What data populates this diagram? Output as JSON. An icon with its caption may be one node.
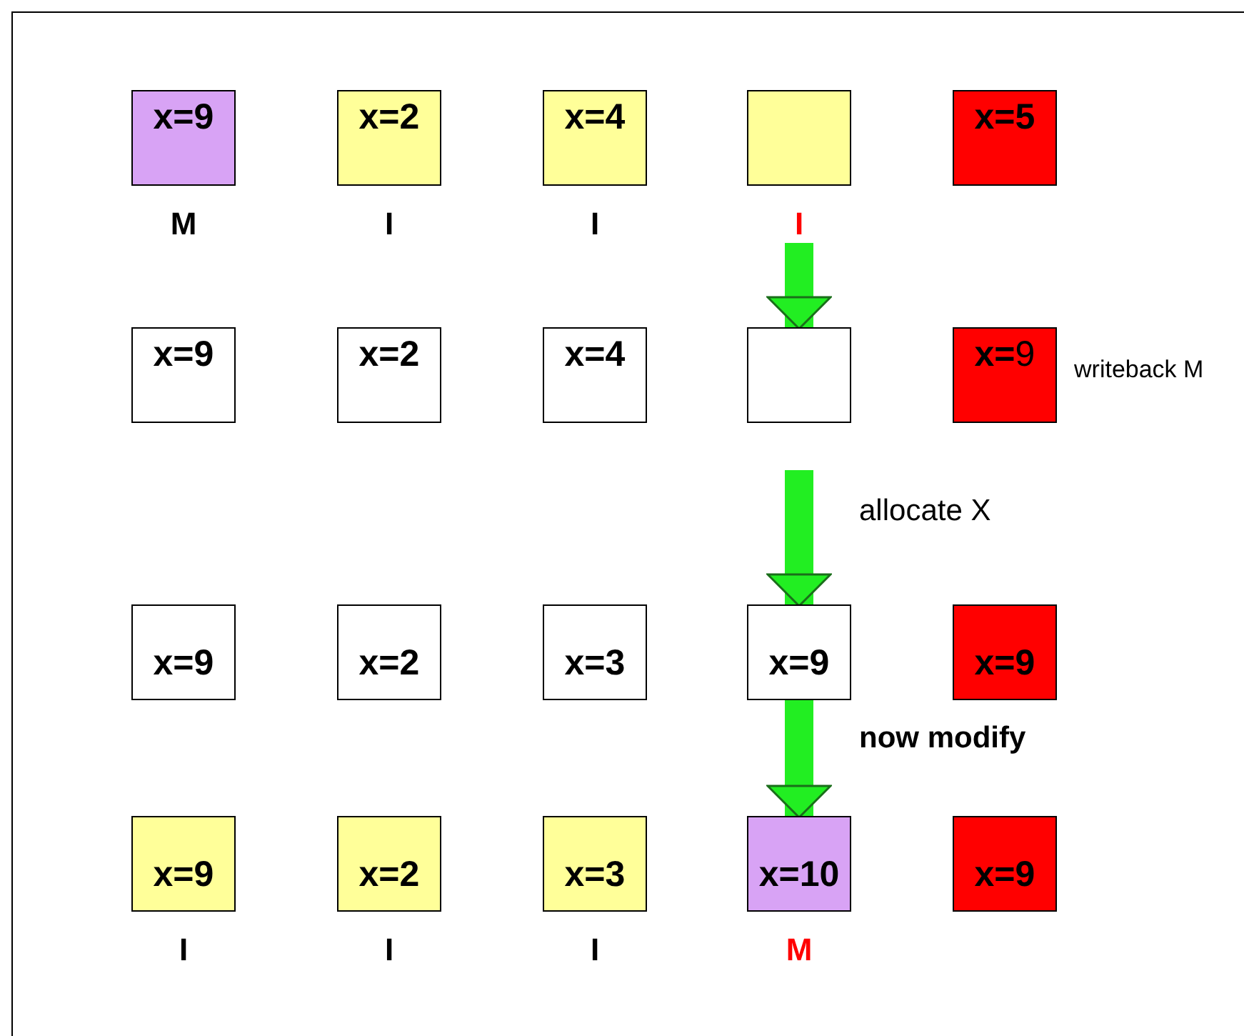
{
  "diagram": {
    "nodes": [
      {
        "text": [
          "x=9"
        ],
        "beside": [
          "M"
        ]
      },
      {
        "text": [
          "x=2"
        ],
        "beside": [
          "I"
        ]
      },
      {
        "text": [
          "x=4"
        ],
        "beside": [
          "I"
        ]
      },
      {
        "text": [],
        "shape": "box",
        "beside": [
          "I"
        ]
      },
      {
        "text": [
          "x=5"
        ]
      },
      {
        "text": [
          "x=9"
        ]
      },
      {
        "text": [
          "x=2"
        ]
      },
      {
        "text": [
          "x=4"
        ]
      },
      {
        "text": [],
        "shape": "box"
      },
      {
        "text": [
          "**x=**9"
        ],
        "beside": [
          "writeback M"
        ]
      },
      {
        "text": [
          "x=9"
        ]
      },
      {
        "text": [
          "x=2"
        ]
      },
      {
        "text": [
          "x=3"
        ]
      },
      {
        "text": [
          "x=9"
        ]
      },
      {
        "text": [
          "x=9"
        ]
      },
      {
        "text": [
          "x=9"
        ],
        "beside": [
          "I"
        ]
      },
      {
        "text": [
          "x=2"
        ],
        "beside": [
          "I"
        ]
      },
      {
        "text": [
          "x=3"
        ],
        "beside": [
          "I"
        ]
      },
      {
        "text": [
          "x=10"
        ],
        "beside": [
          "M"
        ]
      },
      {
        "text": [
          "x=9"
        ]
      }
    ],
    "edges": [
      {
        "from": 3,
        "to": 8,
        "arrow": "to"
      },
      {
        "from": 8,
        "to": 13,
        "arrow": "to",
        "label": "allocate X"
      },
      {
        "from": 13,
        "to": 18,
        "arrow": "to",
        "label": "now modify"
      }
    ]
  }
}
